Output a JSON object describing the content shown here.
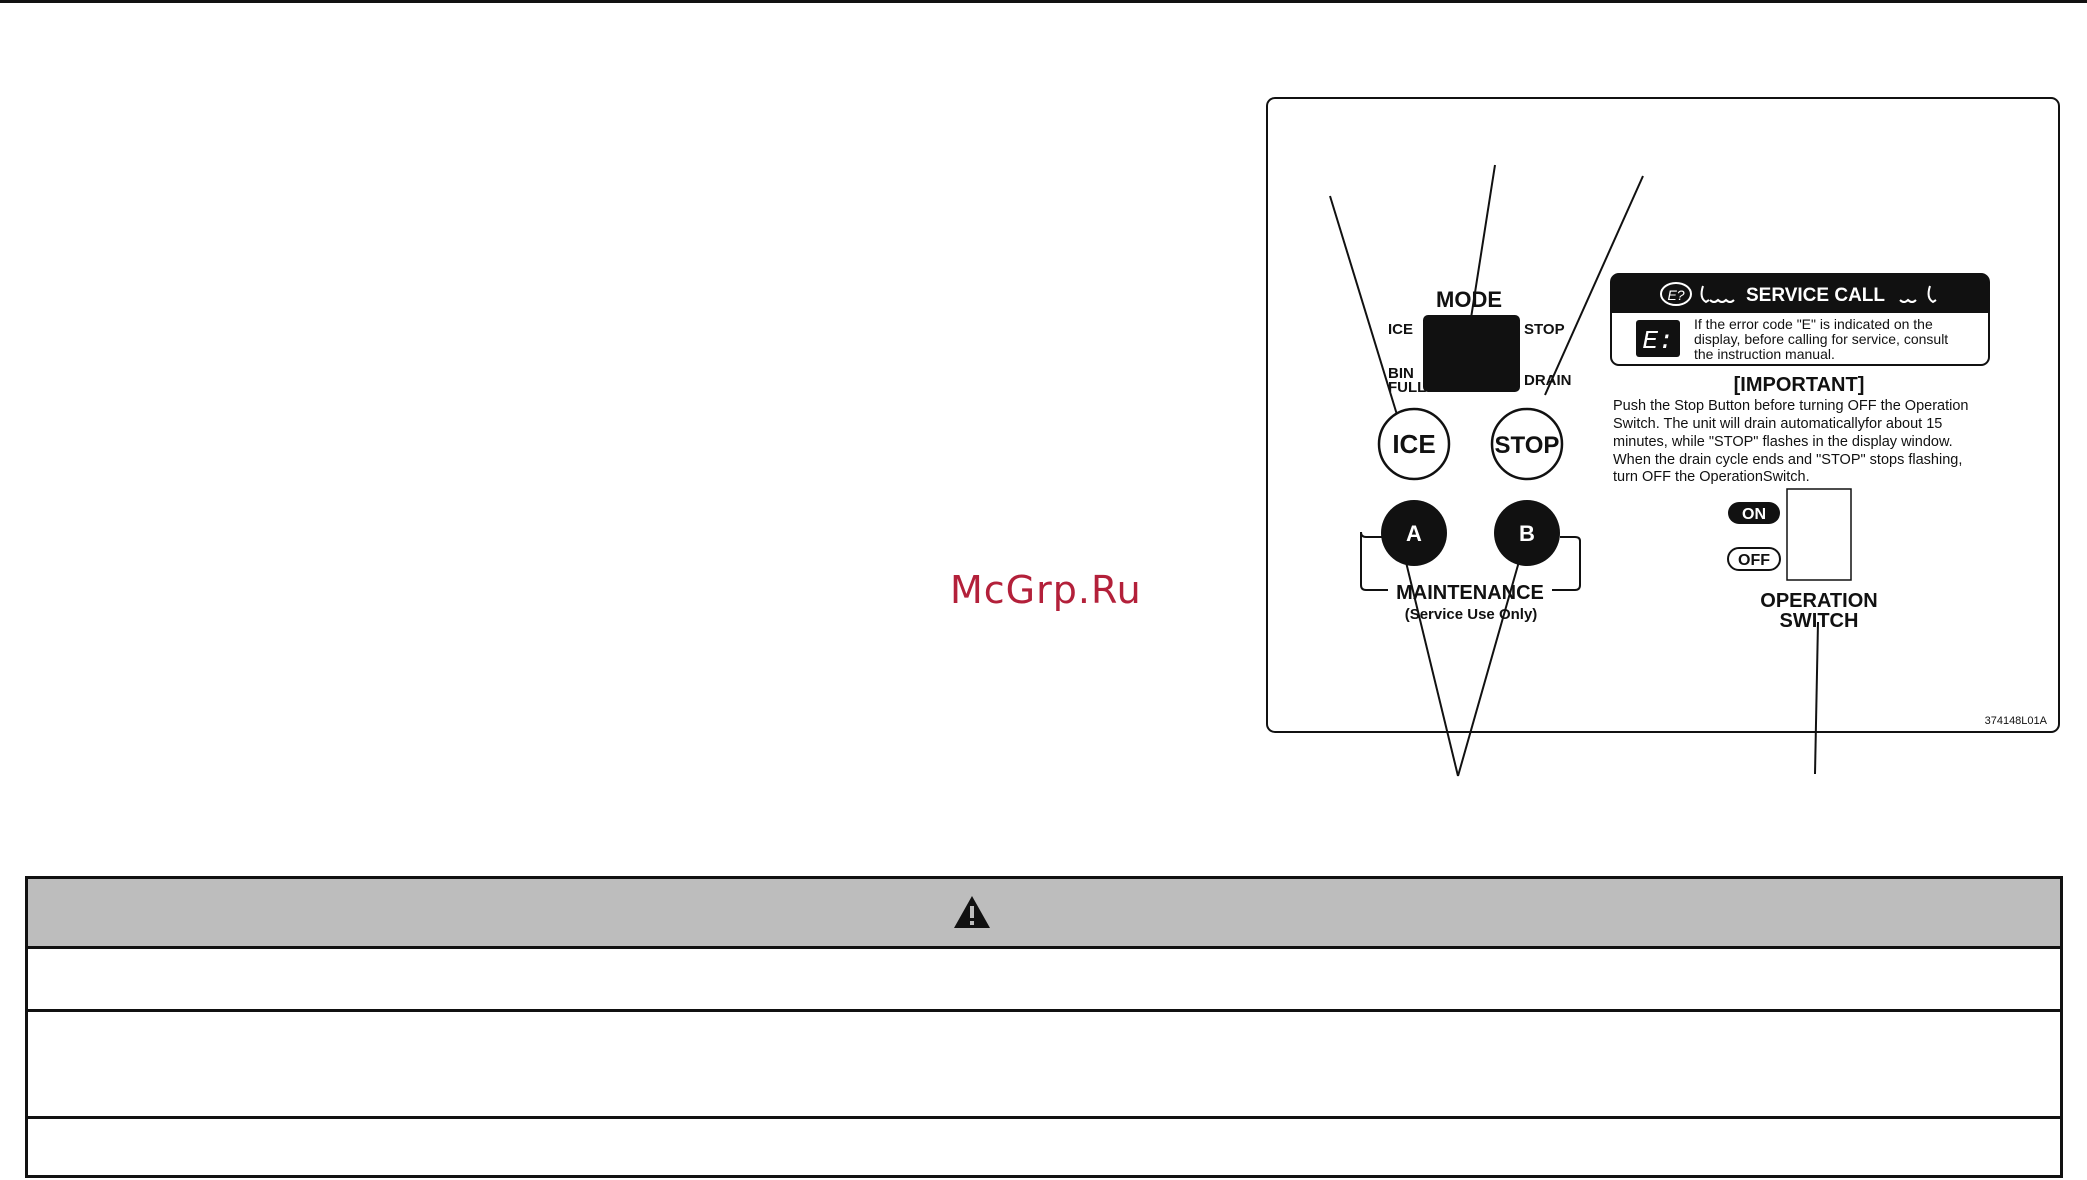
{
  "watermark": "McGrp.Ru",
  "panel": {
    "mode_title": "MODE",
    "mode_labels": {
      "ice": "ICE",
      "stop": "STOP",
      "bin": "BIN",
      "full": "FULL",
      "drain": "DRAIN"
    },
    "buttons": {
      "ice": "ICE",
      "stop": "STOP",
      "a": "A",
      "b": "B"
    },
    "maintenance_label": "MAINTENANCE",
    "maintenance_sub": "(Service Use Only)",
    "service_call": {
      "title": "SERVICE CALL",
      "bubble": "E?",
      "code": "E:",
      "lines": [
        "If the error code \"E\" is indicated on the",
        "display, before calling for service, consult",
        "the instruction manual."
      ]
    },
    "important": {
      "title": "[IMPORTANT]",
      "lines": [
        "Push the Stop Button before turning OFF the Operation",
        "Switch.  The unit will drain automaticallyfor about 15",
        "minutes, while \"STOP\" flashes in the display window.",
        "When the drain cycle ends and \"STOP\" stops flashing,",
        "turn OFF the OperationSwitch."
      ]
    },
    "switch": {
      "on": "ON",
      "off": "OFF",
      "label1": "OPERATION",
      "label2": "SWITCH"
    },
    "part_number": "374148L01A"
  },
  "colors": {
    "ink": "#111111",
    "header_gray": "#bdbdbd",
    "watermark": "#b3203a"
  },
  "icons": {
    "warning": "warning-triangle-icon",
    "phone": "telephone-icon"
  }
}
